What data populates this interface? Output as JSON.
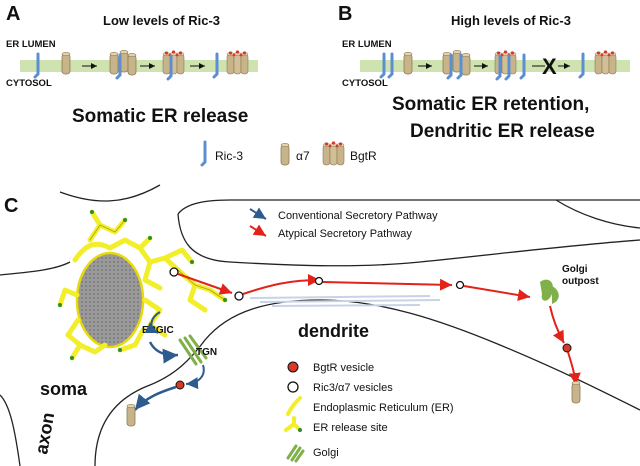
{
  "panel_a": {
    "letter": "A",
    "title": "Low levels of Ric-3",
    "er_lumen": "ER LUMEN",
    "cytosol": "CYTOSOL",
    "caption": "Somatic ER release"
  },
  "panel_b": {
    "letter": "B",
    "title": "High levels of Ric-3",
    "er_lumen": "ER LUMEN",
    "cytosol": "CYTOSOL",
    "caption_line1": "Somatic ER retention,",
    "caption_line2": "Dendritic ER release",
    "block_mark": "X"
  },
  "legend_top": {
    "ric3": "Ric-3",
    "a7": "α7",
    "bgtr": "BgtR"
  },
  "panel_c": {
    "letter": "C",
    "conventional": "Conventional Secretory Pathway",
    "atypical": "Atypical Secretory Pathway",
    "golgi_outpost_line1": "Golgi",
    "golgi_outpost_line2": "outpost",
    "ergic": "ERGIC",
    "tgn": "TGN",
    "dendrite": "dendrite",
    "soma": "soma",
    "axon": "axon",
    "legend": {
      "bgtr_vesicle": "BgtR vesicle",
      "ric3_vesicles": "Ric3/α7 vesicles",
      "er": "Endoplasmic Reticulum (ER)",
      "er_release": "ER release site",
      "golgi": "Golgi"
    }
  },
  "colors": {
    "membrane": "#cfe3b0",
    "ric3": "#5b8fd1",
    "a7": "#c8b48a",
    "bgtr_dot": "#d83a2a",
    "conventional_arrow": "#2d5b8e",
    "atypical_arrow": "#e2231a",
    "er_yellow": "#f2ee2a",
    "golgi_green": "#7fb04a"
  }
}
